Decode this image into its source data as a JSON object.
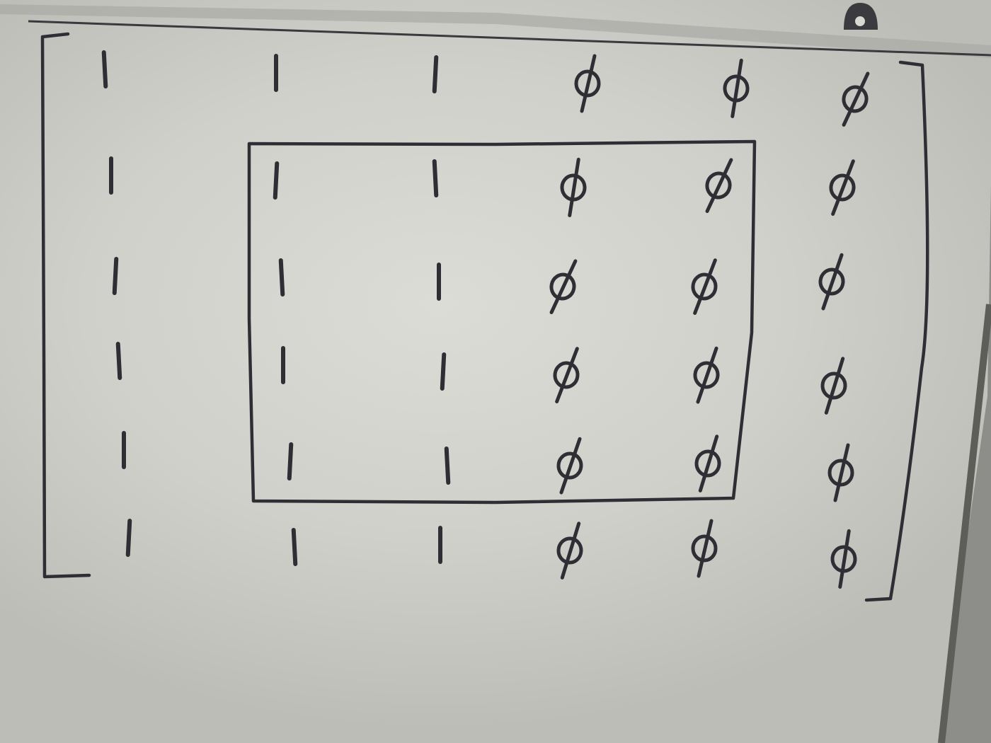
{
  "matrix": {
    "rows": [
      [
        "1",
        "1",
        "1",
        "ϕ",
        "ϕ",
        "ϕ"
      ],
      [
        "1",
        "1",
        "1",
        "ϕ",
        "ϕ",
        "ϕ"
      ],
      [
        "1",
        "1",
        "1",
        "ϕ",
        "ϕ",
        "ϕ"
      ],
      [
        "1",
        "1",
        "1",
        "ϕ",
        "ϕ",
        "ϕ"
      ],
      [
        "1",
        "1",
        "1",
        "ϕ",
        "ϕ",
        "ϕ"
      ],
      [
        "1",
        "1",
        "1",
        "ϕ",
        "ϕ",
        "ϕ"
      ]
    ],
    "boxed_region": {
      "row_start": 2,
      "row_end": 5,
      "col_start": 2,
      "col_end": 5
    }
  },
  "colors": {
    "board": "#d4d4cf",
    "marker": "#2e2e34",
    "frame": "#6f6f6c"
  }
}
